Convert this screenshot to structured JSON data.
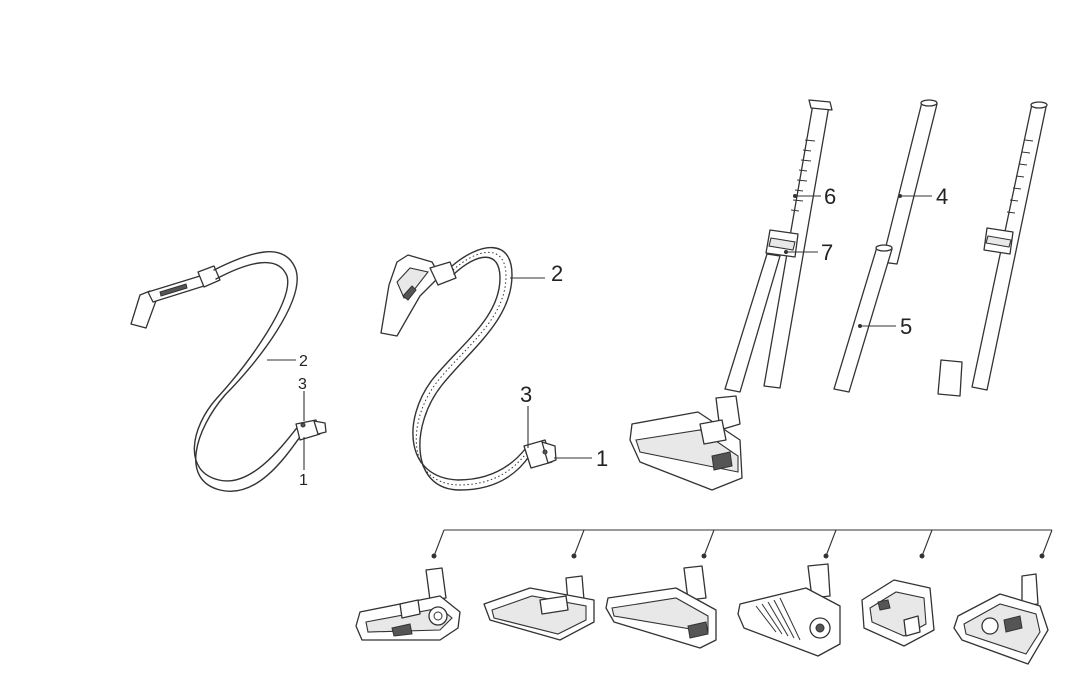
{
  "diagram": {
    "hose_simple": {
      "labels": {
        "hose": "2",
        "collar": "3",
        "end": "1"
      }
    },
    "hose_handle": {
      "labels": {
        "hose": "2",
        "collar": "3",
        "end": "1"
      }
    },
    "tubes": {
      "labels": {
        "telescopic_tube": "6",
        "slider": "7",
        "upper_tube": "4",
        "lower_tube": "5"
      }
    },
    "floor_nozzles": {
      "items": [
        "nozzle-1",
        "nozzle-2",
        "nozzle-3",
        "nozzle-4",
        "nozzle-5",
        "nozzle-6"
      ]
    }
  }
}
